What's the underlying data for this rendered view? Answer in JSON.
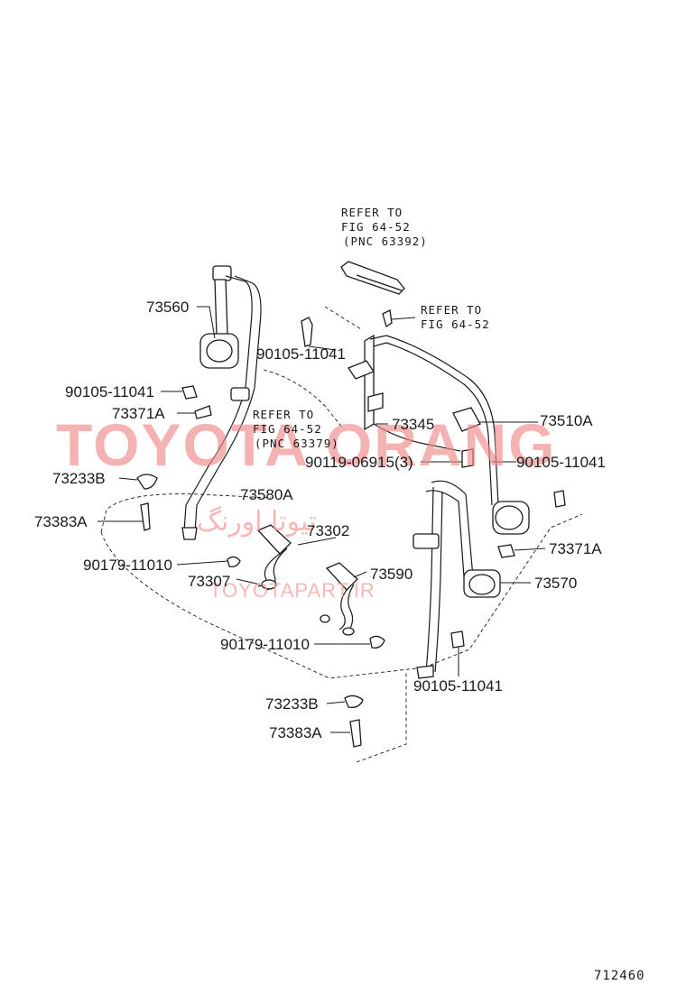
{
  "labels": {
    "refer_a_1": "REFER TO",
    "refer_a_2": "FIG 64-52",
    "refer_a_3": "(PNC 63392)",
    "refer_b_1": "REFER TO",
    "refer_b_2": "FIG 64-52",
    "refer_c_1": "REFER TO",
    "refer_c_2": "FIG 64-52",
    "refer_c_3": "(PNC 63379)",
    "p73560": "73560",
    "p90105_a": "90105-11041",
    "p90105_b": "90105-11041",
    "p73371A_l": "73371A",
    "p73345": "73345",
    "p73510A": "73510A",
    "p90119": "90119-06915(3)",
    "p90105_c": "90105-11041",
    "p73233B_l": "73233B",
    "p73580A": "73580A",
    "p73383A_l": "73383A",
    "p73302": "73302",
    "p73371A_r": "73371A",
    "p90179_a": "90179-11010",
    "p73590": "73590",
    "p73307": "73307",
    "p73570": "73570",
    "p90179_b": "90179-11010",
    "p90105_d": "90105-11041",
    "p73233B_b": "73233B",
    "p73383A_b": "73383A",
    "figure_number": "712460"
  },
  "watermark": {
    "brand": "TOYOTA ORANG",
    "persian": "تیوتا اورنگ",
    "url": "TOYOTAPART.IR",
    "color": "#f08a8a"
  },
  "colors": {
    "ink": "#1a1a1a",
    "background": "#ffffff"
  }
}
